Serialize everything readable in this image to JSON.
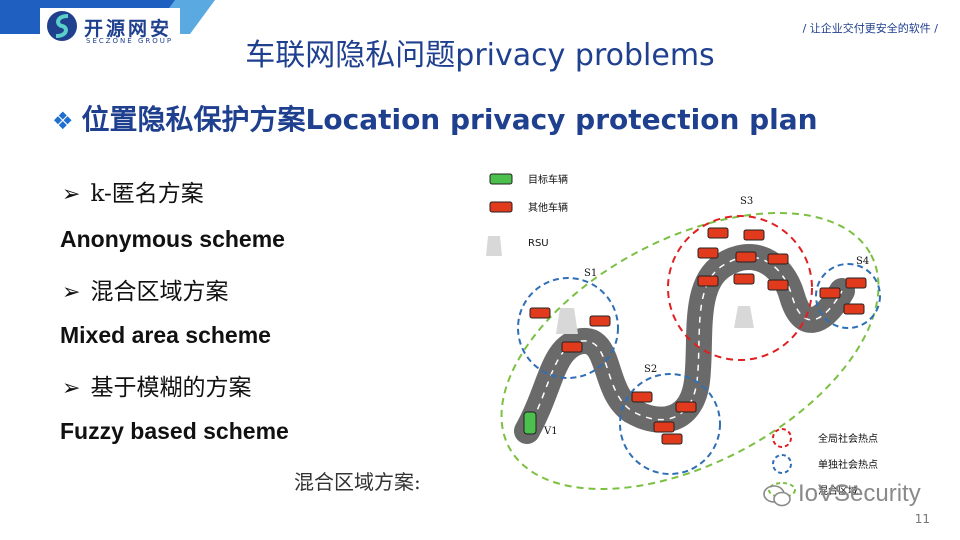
{
  "header": {
    "logo_text": "开源网安",
    "logo_sub": "SECZONE GROUP",
    "slogan": "/ 让企业交付更安全的软件 /"
  },
  "slide": {
    "title": "车联网隐私问题privacy problems",
    "section_title": "位置隐私保护方案Location privacy protection plan",
    "items": [
      {
        "label": "k-匿名方案",
        "sub": "Anonymous scheme"
      },
      {
        "label": "混合区域方案",
        "sub": "Mixed area scheme"
      },
      {
        "label": "基于模糊的方案",
        "sub": "Fuzzy based scheme"
      }
    ],
    "caption": "混合区域方案:",
    "page_number": "11"
  },
  "diagram": {
    "legend_top": [
      "目标车辆",
      "其他车辆",
      "RSU"
    ],
    "hotspots": [
      "S1",
      "S2",
      "S3",
      "S4"
    ],
    "target_vehicle": "V1",
    "legend_bottom": [
      "全局社会热点",
      "单独社会热点",
      "混合区域"
    ]
  },
  "watermark": "IoVSecurity",
  "colors": {
    "primary": "#1f3f8f",
    "accent": "#1f6fd1",
    "red_circle": "#e02020",
    "blue_circle": "#2f6fb5",
    "green_ring": "#7cc043"
  }
}
